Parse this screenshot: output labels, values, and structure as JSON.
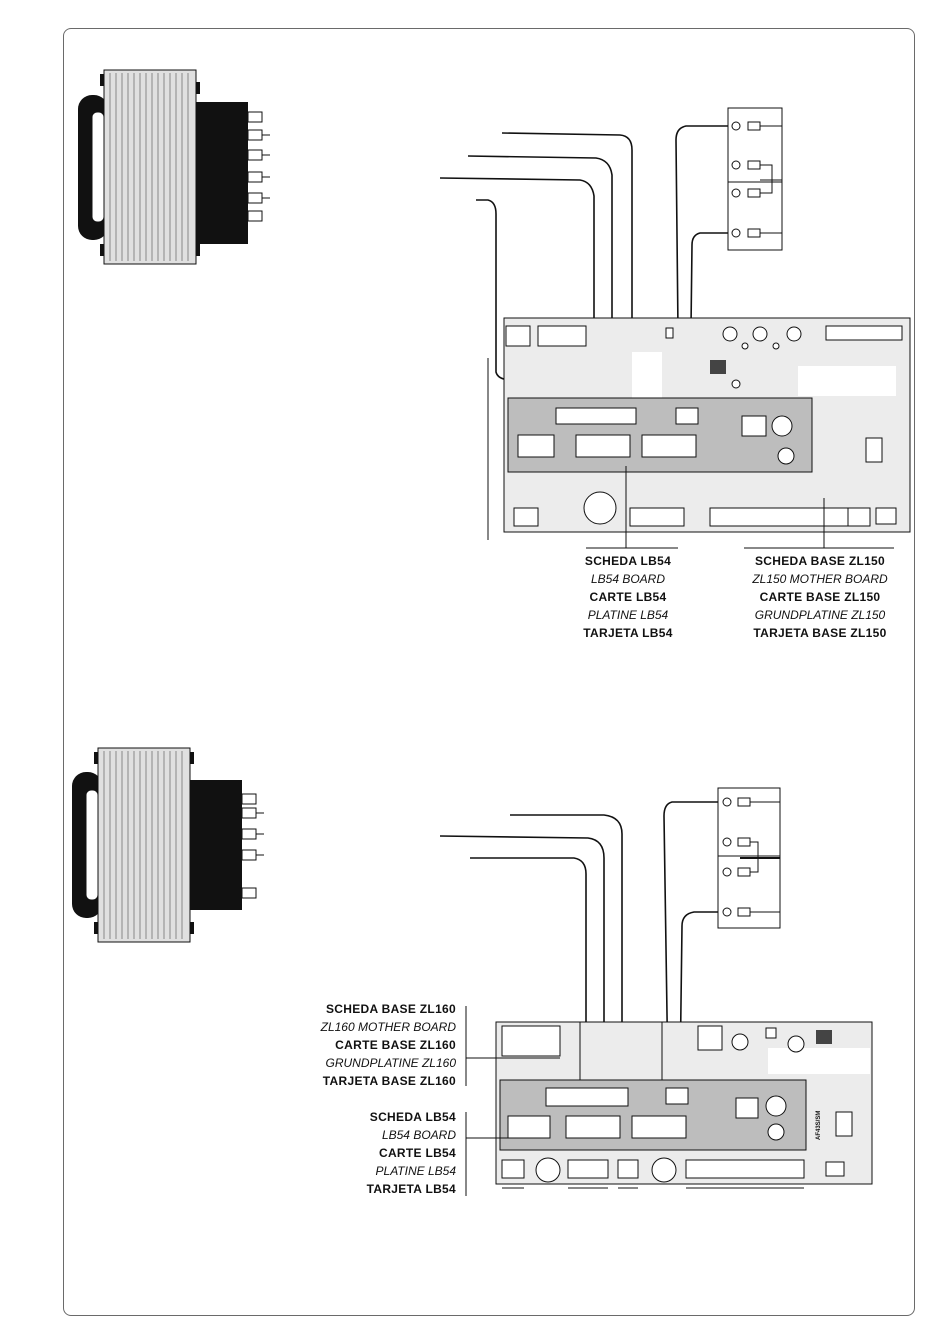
{
  "diagram1": {
    "lb54_labels": [
      "SCHEDA LB54",
      "LB54 BOARD",
      "CARTE LB54",
      "PLATINE LB54",
      "TARJETA LB54"
    ],
    "zl150_labels": [
      "SCHEDA BASE ZL150",
      "ZL150 MOTHER BOARD",
      "CARTE BASE ZL150",
      "GRUNDPLATINE ZL150",
      "TARJETA BASE ZL150"
    ]
  },
  "diagram2": {
    "zl160_labels": [
      "SCHEDA BASE ZL160",
      "ZL160 MOTHER BOARD",
      "CARTE BASE ZL160",
      "GRUNDPLATINE ZL160",
      "TARJETA BASE ZL160"
    ],
    "lb54_labels": [
      "SCHEDA LB54",
      "LB54 BOARD",
      "CARTE LB54",
      "PLATINE LB54",
      "TARJETA LB54"
    ],
    "module_label": "AF43S/SM"
  },
  "colors": {
    "line": "#111111",
    "board": "#ebebeb",
    "subboard": "#b9b9b9",
    "fins": "#d8d8d8"
  }
}
